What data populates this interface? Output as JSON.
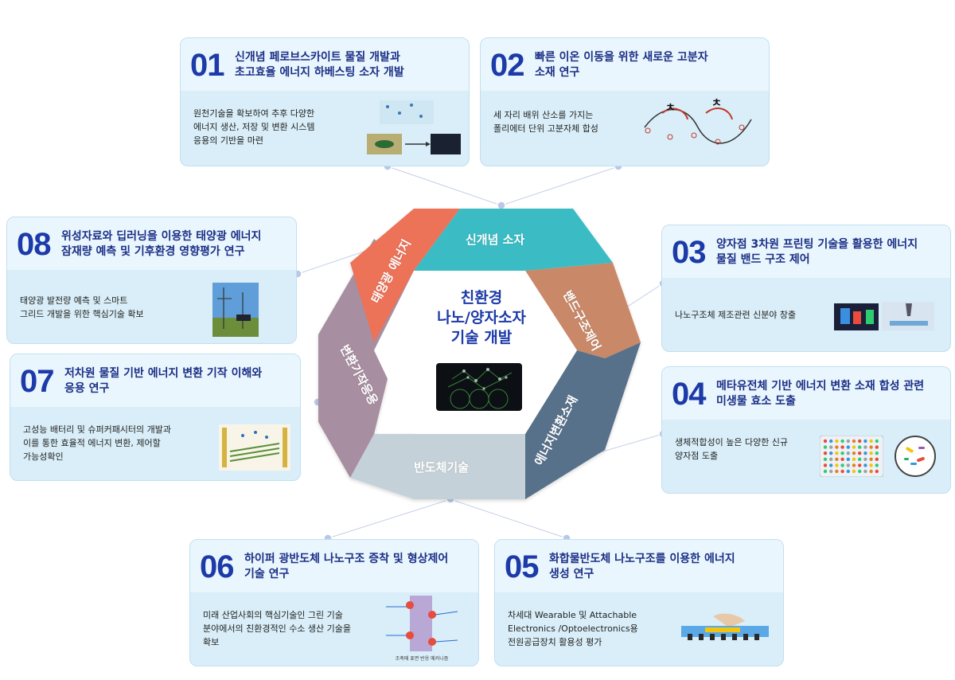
{
  "center": {
    "title": "친환경\n나노/양자소자\n기술 개발",
    "segments": [
      {
        "label": "신개념 소자",
        "color": "#3bbcc4"
      },
      {
        "label": "밴드구조제어",
        "color": "#c98867"
      },
      {
        "label": "에너지변환소재",
        "color": "#58718a"
      },
      {
        "label": "반도체기술",
        "color": "#c5d1d8"
      },
      {
        "label": "변환기작응용",
        "color": "#a78ea0"
      },
      {
        "label": "태양광 에너지",
        "color": "#ec7259"
      }
    ]
  },
  "cards": [
    {
      "num": "01",
      "title": "신개념 페로브스카이트 물질 개발과\n초고효율 에너지 하베스팅 소자 개발",
      "desc": "원천기술을 확보하여 추후 다양한\n에너지 생산, 저장 및 변환 시스템\n응용의 기반을 마련"
    },
    {
      "num": "02",
      "title": "빠른 이온 이동을 위한 새로운 고분자\n소재 연구",
      "desc": "세 자리 배위 산소를 가지는\n폴리에터 단위 고분자체 합성"
    },
    {
      "num": "03",
      "title": "양자점 3차원 프린팅 기술을 활용한 에너지\n물질 밴드 구조 제어",
      "desc": "나노구조체 제조관련 신분야 창출"
    },
    {
      "num": "04",
      "title": "메타유전체 기반 에너지 변환 소재 합성 관련\n미생물 효소 도출",
      "desc": "생체적합성이 높은 다양한 신규\n양자점 도출"
    },
    {
      "num": "05",
      "title": "화합물반도체 나노구조를 이용한 에너지\n생성 연구",
      "desc": "차세대 Wearable 및 Attachable\nElectronics /Optoelectronics용\n전원공급장치 활용성 평가"
    },
    {
      "num": "06",
      "title": "하이퍼 광반도체 나노구조 증착 및 형상제어\n기술 연구",
      "desc": "미래 산업사회의 핵심기술인 그린 기술\n분야에서의 친환경적인 수소 생산 기술을\n확보"
    },
    {
      "num": "07",
      "title": "저차원 물질 기반 에너지 변환 기작 이해와\n응용 연구",
      "desc": "고성능 배터리 및 슈퍼커패시터의 개발과\n이를 통한 효율적 에너지 변환, 제어할\n가능성확인"
    },
    {
      "num": "08",
      "title": "위성자료와 딥러닝을 이용한 태양광 에너지\n잠재량 예측 및 기후환경 영향평가 연구",
      "desc": "태양광 발전량 예측 및 스마트\n그리드 개발을 위한 핵심기술 확보"
    }
  ],
  "figure_captions": {
    "card06": "조촉매 표면 반응 메커니즘"
  },
  "colors": {
    "number": "#1c3aa8",
    "title": "#1b2f86",
    "card_bg": "#d9eef8",
    "card_head": "#eaf6fd",
    "connector": "#b9c8e6"
  }
}
